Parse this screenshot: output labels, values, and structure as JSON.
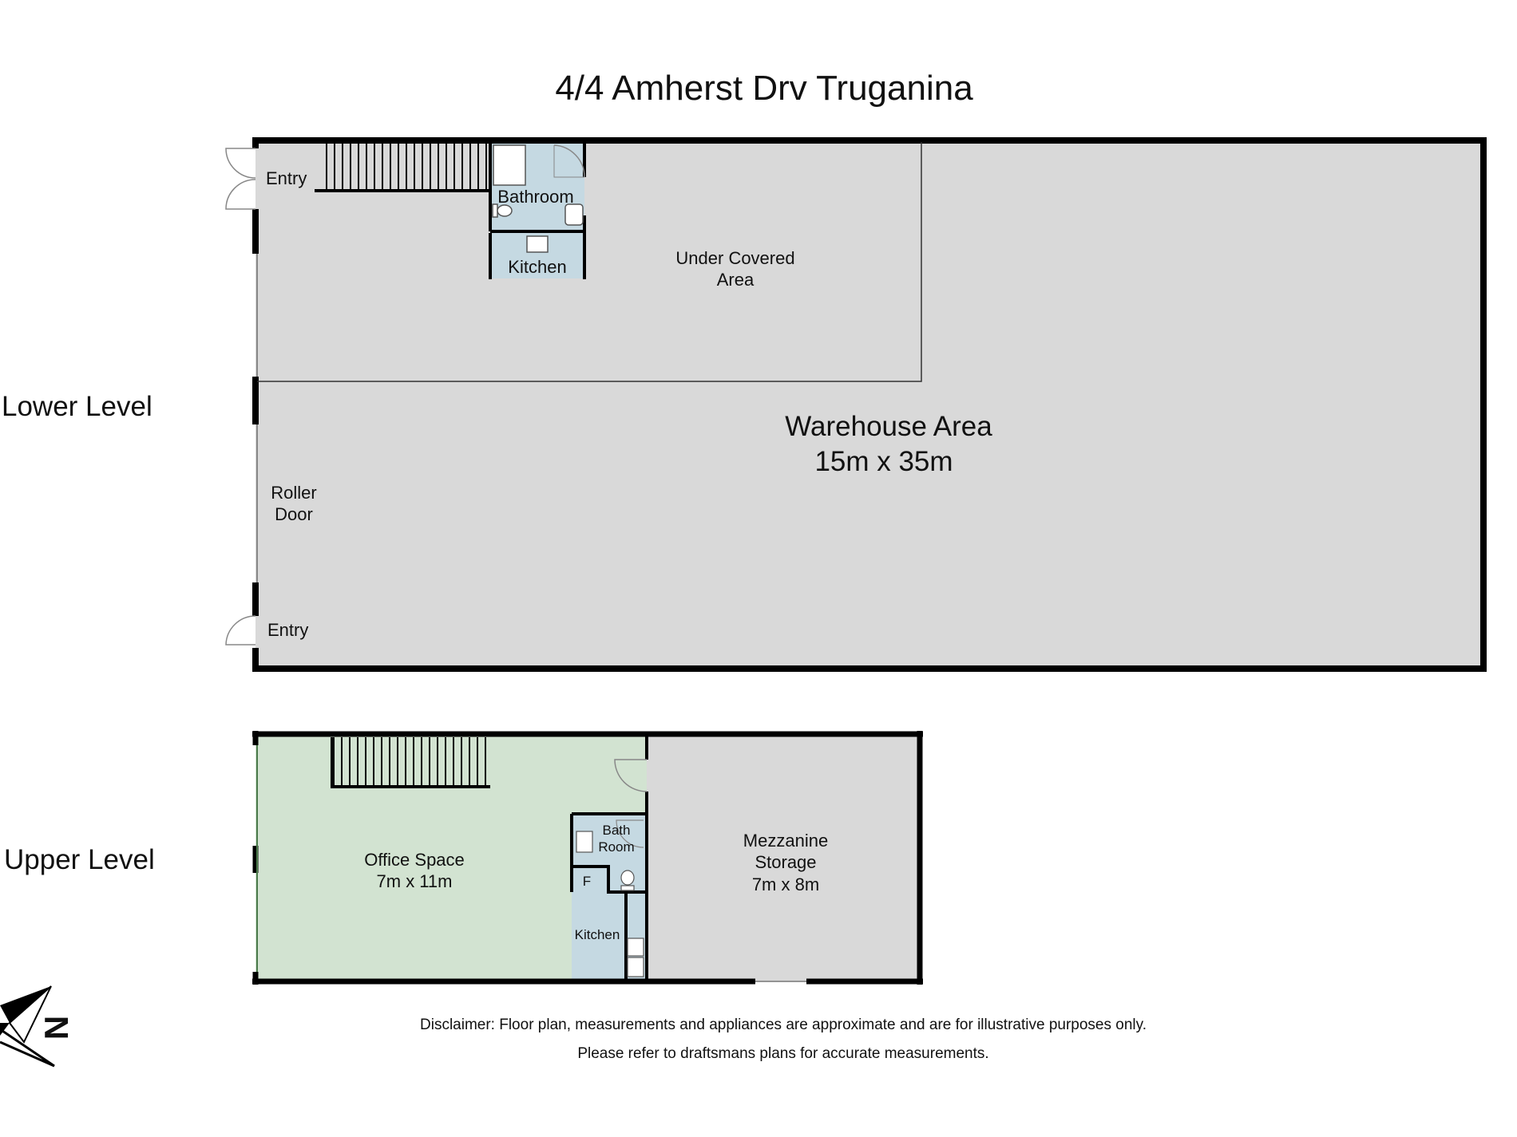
{
  "title": "4/4 Amherst Drv Truganina",
  "levels": {
    "lower": "Lower Level",
    "upper": "Upper Level"
  },
  "lower_rooms": {
    "entry_top": "Entry",
    "bathroom": "Bathroom",
    "kitchen": "Kitchen",
    "under_covered_line1": "Under Covered",
    "under_covered_line2": "Area",
    "warehouse_line1": "Warehouse Area",
    "warehouse_line2": "15m x 35m",
    "roller_line1": "Roller",
    "roller_line2": "Door",
    "entry_bottom": "Entry"
  },
  "upper_rooms": {
    "office_line1": "Office Space",
    "office_line2": "7m x 11m",
    "bath_line1": "Bath",
    "bath_line2": "Room",
    "fridge": "F",
    "kitchen": "Kitchen",
    "mezz_line1": "Mezzanine",
    "mezz_line2": "Storage",
    "mezz_line3": "7m x 8m"
  },
  "compass_letter": "N",
  "disclaimer": {
    "line1": "Disclaimer: Floor plan, measurements and appliances are approximate and are for illustrative purposes only.",
    "line2": "Please refer to draftsmans plans for accurate measurements."
  },
  "colors": {
    "room_grey": "#d9d9d9",
    "wet_area_blue": "#c5d9e2",
    "office_green": "#d2e3d1",
    "wall": "#000000"
  }
}
